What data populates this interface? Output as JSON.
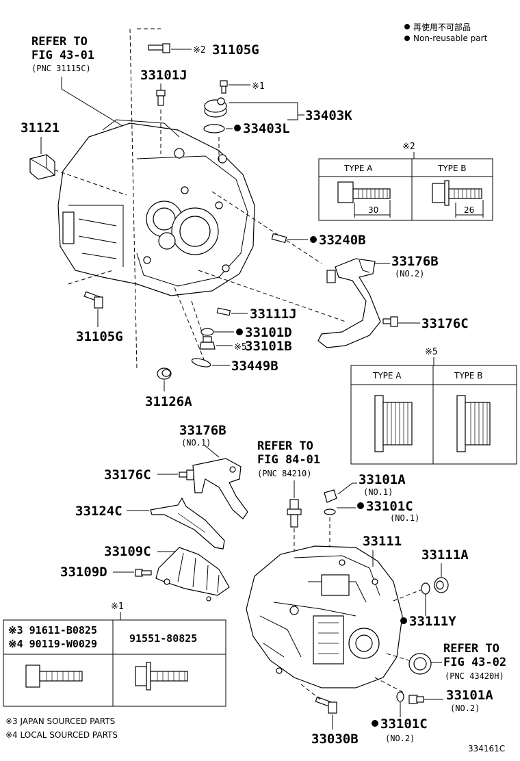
{
  "legend": {
    "jp": "再使用不可部品",
    "en": "Non-reusable part"
  },
  "refs": {
    "top": {
      "line1": "REFER TO",
      "line2": "FIG 43-01",
      "line3": "(PNC 31115C)"
    },
    "mid": {
      "line1": "REFER TO",
      "line2": "FIG 84-01",
      "line3": "(PNC 84210)"
    },
    "bottom": {
      "line1": "REFER TO",
      "line2": "FIG 43-02",
      "line3": "(PNC 43420H)"
    }
  },
  "parts": {
    "p31105G_top": "31105G",
    "p31105G_top_mark": "※2",
    "p33101J": "33101J",
    "mark1_top": "※1",
    "p33403K": "33403K",
    "p33403L": "33403L",
    "p31121": "31121",
    "p33240B": "33240B",
    "p33176B_2": "33176B",
    "p33176B_2_sub": "(NO.2)",
    "p33176C_top": "33176C",
    "p33111J": "33111J",
    "p33101D": "33101D",
    "p33101B": "33101B",
    "p33101B_mark": "※5",
    "p31105G_bot": "31105G",
    "p33449B": "33449B",
    "p31126A": "31126A",
    "p33176B_1": "33176B",
    "p33176B_1_sub": "(NO.1)",
    "p33176C_mid": "33176C",
    "p33124C": "33124C",
    "p33109C": "33109C",
    "p33109D": "33109D",
    "p33101A_1": "33101A",
    "p33101A_1_sub": "(NO.1)",
    "p33101C_1": "33101C",
    "p33101C_1_sub": "(NO.1)",
    "p33111": "33111",
    "p33111A": "33111A",
    "p33111Y": "33111Y",
    "p33101A_2": "33101A",
    "p33101A_2_sub": "(NO.2)",
    "p33030B": "33030B",
    "p33101C_2": "33101C",
    "p33101C_2_sub": "(NO.2)"
  },
  "table_mark2": {
    "mark": "※2",
    "type_a": "TYPE A",
    "type_b": "TYPE B",
    "dim_a": "30",
    "dim_b": "26"
  },
  "table_mark5": {
    "mark": "※5",
    "type_a": "TYPE A",
    "type_b": "TYPE B"
  },
  "table_mark1": {
    "mark": "※1",
    "row1a": "※3 91611-B0825",
    "row1b": "※4 90119-W0029",
    "col2": "91551-80825"
  },
  "footnotes": {
    "n3": "※3 JAPAN SOURCED PARTS",
    "n4": "※4 LOCAL SOURCED PARTS"
  },
  "figure_id": "334161C"
}
